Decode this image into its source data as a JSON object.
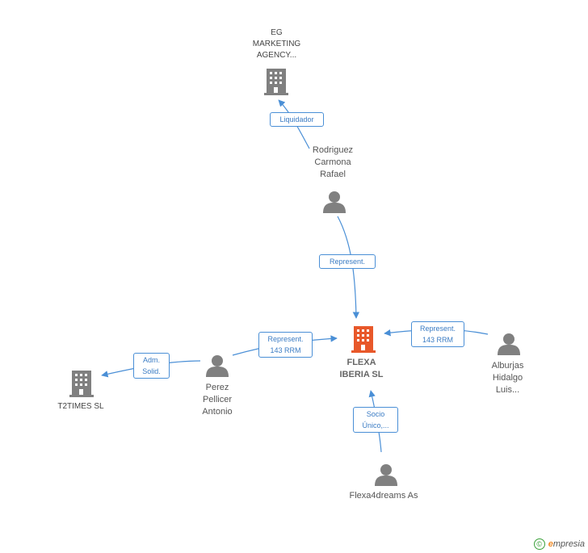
{
  "nodes": {
    "eg_marketing": {
      "label": "EG\nMARKETING\nAGENCY...",
      "type": "company"
    },
    "rodriguez": {
      "label": "Rodriguez\nCarmona\nRafael",
      "type": "person"
    },
    "flexa_iberia": {
      "label": "FLEXA\nIBERIA SL",
      "type": "company-main"
    },
    "alburjas": {
      "label": "Alburjas\nHidalgo\nLuis...",
      "type": "person"
    },
    "perez": {
      "label": "Perez\nPellicer\nAntonio",
      "type": "person"
    },
    "t2times": {
      "label": "T2TIMES SL",
      "type": "company"
    },
    "flexa4dreams": {
      "label": "Flexa4dreams As",
      "type": "person"
    }
  },
  "edges": {
    "liquidador": "Liquidador",
    "represent_rodriguez": "Represent.",
    "represent_alburjas": "Represent.\n143 RRM",
    "represent_perez": "Represent.\n143 RRM",
    "adm_solid": "Adm.\nSolid.",
    "socio_unico": "Socio\nÚnico,..."
  },
  "colors": {
    "edge": "#4a8fd6",
    "company_icon": "#808080",
    "main_company_icon": "#e8582a",
    "person_icon": "#808080"
  },
  "footer": {
    "copyright": "©",
    "brand_first": "e",
    "brand_rest": "mpresia"
  }
}
